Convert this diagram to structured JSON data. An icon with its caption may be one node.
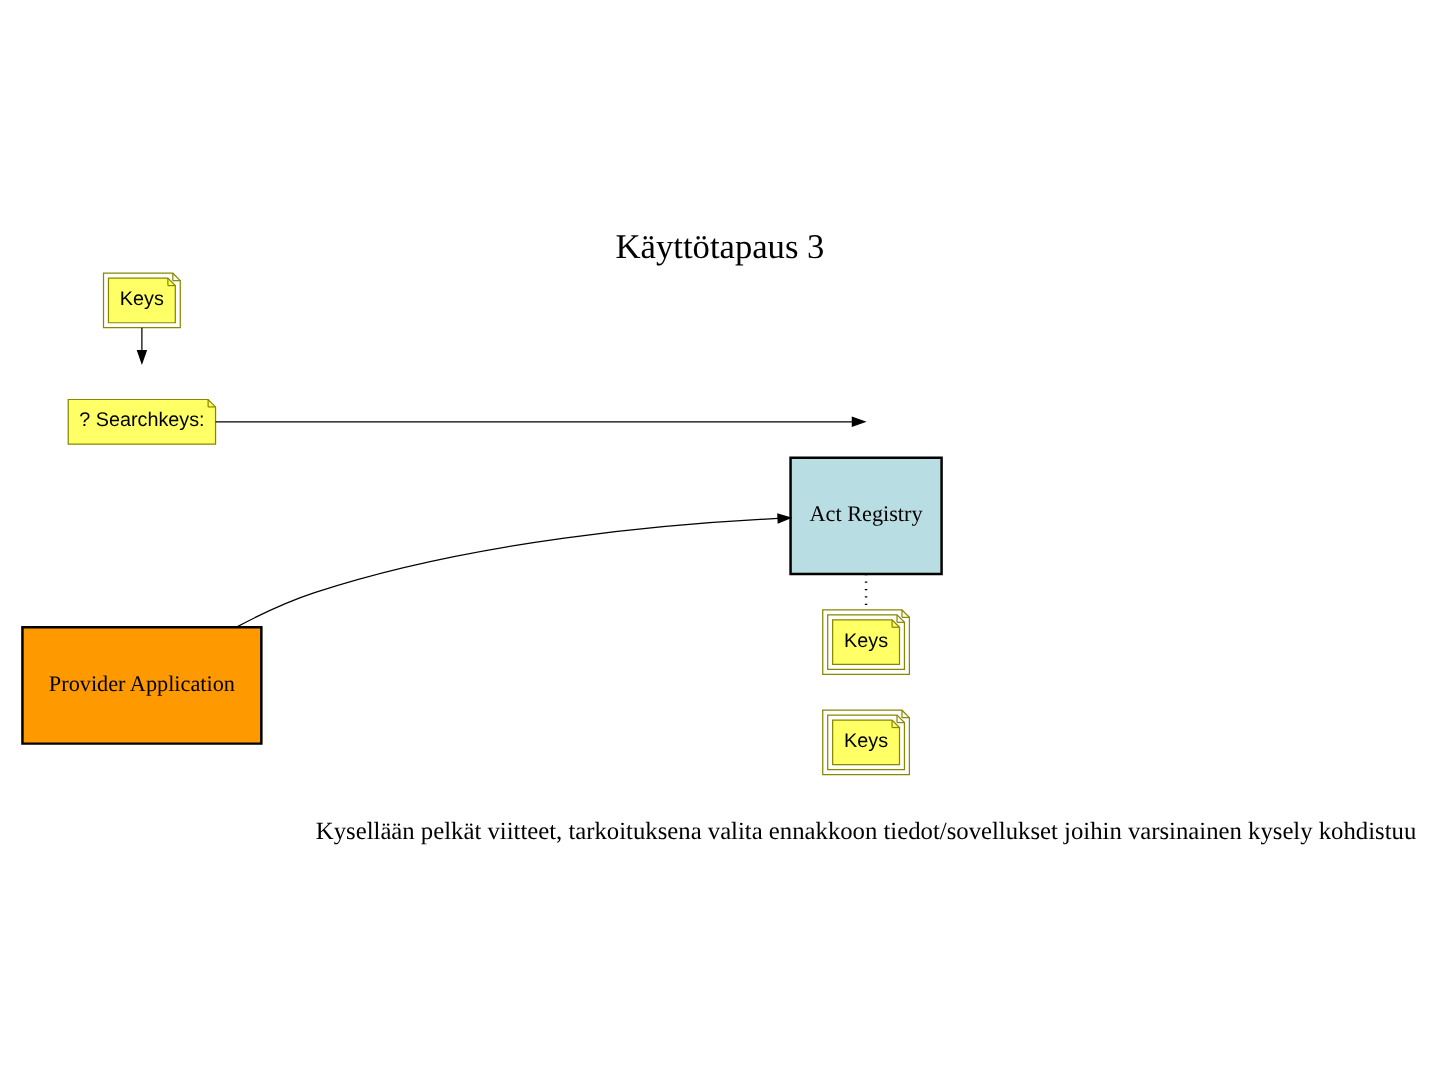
{
  "diagram": {
    "title": "Käyttötapaus 3",
    "nodes": [
      {
        "text": [
          "Provider Application"
        ]
      },
      {
        "text": [
          "? Searchkeys:"
        ]
      },
      {
        "text": [
          "Act Registry"
        ]
      },
      {
        "text": [
          "Keys"
        ]
      },
      {
        "text": [
          "Keys"
        ]
      },
      {
        "text": [
          "Keys"
        ]
      }
    ],
    "edges": [
      {
        "from": 0,
        "to": 2,
        "arrow": "to"
      },
      {
        "from": 1,
        "to": null,
        "arrow": "to"
      },
      {
        "from": 3,
        "to": null,
        "arrow": "to"
      },
      {
        "from": 2,
        "to": 4,
        "arrow": "none",
        "style": "dashed"
      }
    ],
    "labels": [
      "Kysellään pelkät viitteet, tarkoituksena valita ennakkoon tiedot/sovellukset joihin varsinainen kysely kohdistuu"
    ]
  }
}
